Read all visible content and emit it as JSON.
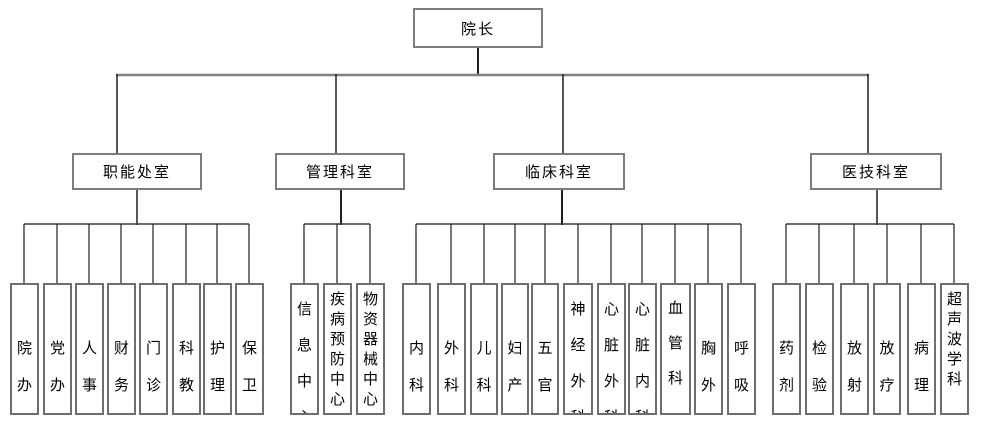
{
  "root": {
    "label": "院长"
  },
  "groups": [
    {
      "label": "职能处室",
      "children": [
        "院办",
        "党办",
        "人事",
        "财务",
        "门诊",
        "科教",
        "护理",
        "保卫"
      ]
    },
    {
      "label": "管理科室",
      "children": [
        "信息中心",
        "疾病预防中心",
        "物资器械中心"
      ]
    },
    {
      "label": "临床科室",
      "children": [
        "内科",
        "外科",
        "儿科",
        "妇产",
        "五官",
        "神经外科",
        "心脏外科",
        "心脏内科",
        "血管科",
        "胸外",
        "呼吸"
      ]
    },
    {
      "label": "医技科室",
      "children": [
        "药剂",
        "检验",
        "放射",
        "放疗",
        "病理",
        "超声波学科"
      ]
    }
  ],
  "colors": {
    "trunk_line": "#808080",
    "branch_line": "#1f1f1f",
    "group_line": "#3c3c3c",
    "box_border": "#6e6e6e",
    "text": "#000000",
    "background": "#ffffff"
  }
}
